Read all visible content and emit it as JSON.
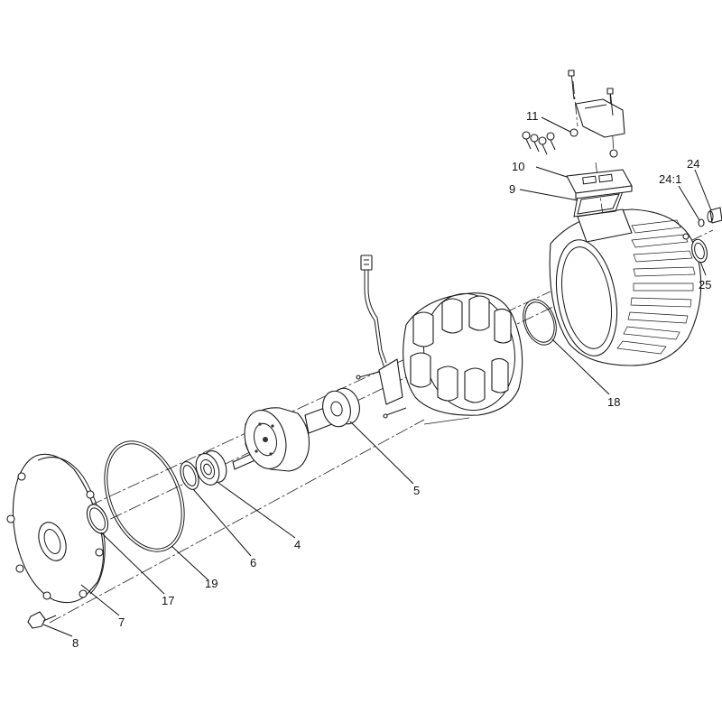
{
  "diagram": {
    "callouts": [
      {
        "id": "c11",
        "text": "11"
      },
      {
        "id": "c10",
        "text": "10"
      },
      {
        "id": "c9",
        "text": "9"
      },
      {
        "id": "c24",
        "text": "24"
      },
      {
        "id": "c24_1",
        "text": "24:1"
      },
      {
        "id": "c25",
        "text": "25"
      },
      {
        "id": "c18",
        "text": "18"
      },
      {
        "id": "c5",
        "text": "5"
      },
      {
        "id": "c4",
        "text": "4"
      },
      {
        "id": "c6",
        "text": "6"
      },
      {
        "id": "c19",
        "text": "19"
      },
      {
        "id": "c17",
        "text": "17"
      },
      {
        "id": "c7",
        "text": "7"
      },
      {
        "id": "c8",
        "text": "8"
      }
    ],
    "line_color": "#1a1a1a",
    "background": "#ffffff"
  }
}
